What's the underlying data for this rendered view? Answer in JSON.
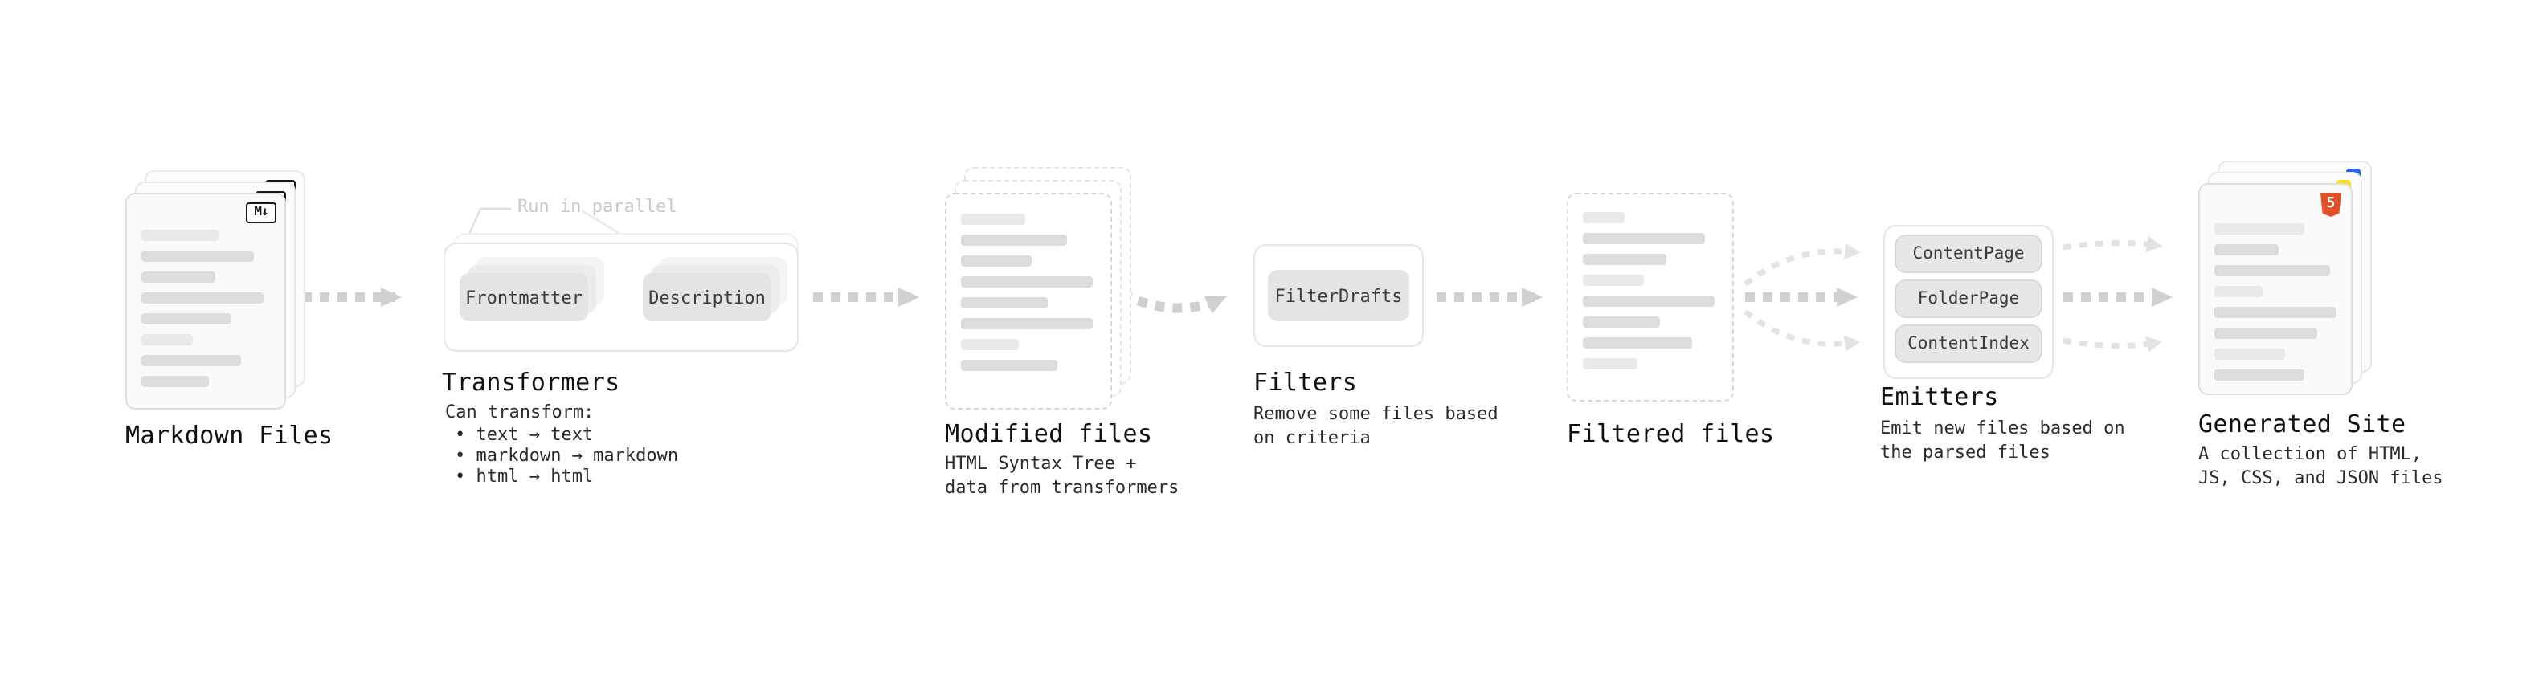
{
  "stages": {
    "markdown_files": {
      "label": "Markdown Files",
      "badge": "M↓"
    },
    "transformers": {
      "label": "Transformers",
      "note": "Run in parallel",
      "box1": "Frontmatter",
      "box2": "Description",
      "desc_title": "Can transform:",
      "bullet1": "• text → text",
      "bullet2": "• markdown → markdown",
      "bullet3": "• html → html"
    },
    "modified_files": {
      "label": "Modified files",
      "desc": "HTML Syntax Tree +\ndata from transformers"
    },
    "filters": {
      "label": "Filters",
      "box": "FilterDrafts",
      "desc": "Remove some files based\non criteria"
    },
    "filtered_files": {
      "label": "Filtered files"
    },
    "emitters": {
      "label": "Emitters",
      "box1": "ContentPage",
      "box2": "FolderPage",
      "box3": "ContentIndex",
      "desc": "Emit new files based on\nthe parsed files"
    },
    "generated_site": {
      "label": "Generated Site",
      "badge": "5",
      "desc": "A collection of HTML,\nJS, CSS, and JSON files"
    }
  },
  "colors": {
    "html5_orange": "#e34f26",
    "js_yellow": "#f7df1e",
    "css_blue": "#2965f1",
    "arrow_gray": "#d0d0d0",
    "arrow_light": "#e3e3e3"
  }
}
